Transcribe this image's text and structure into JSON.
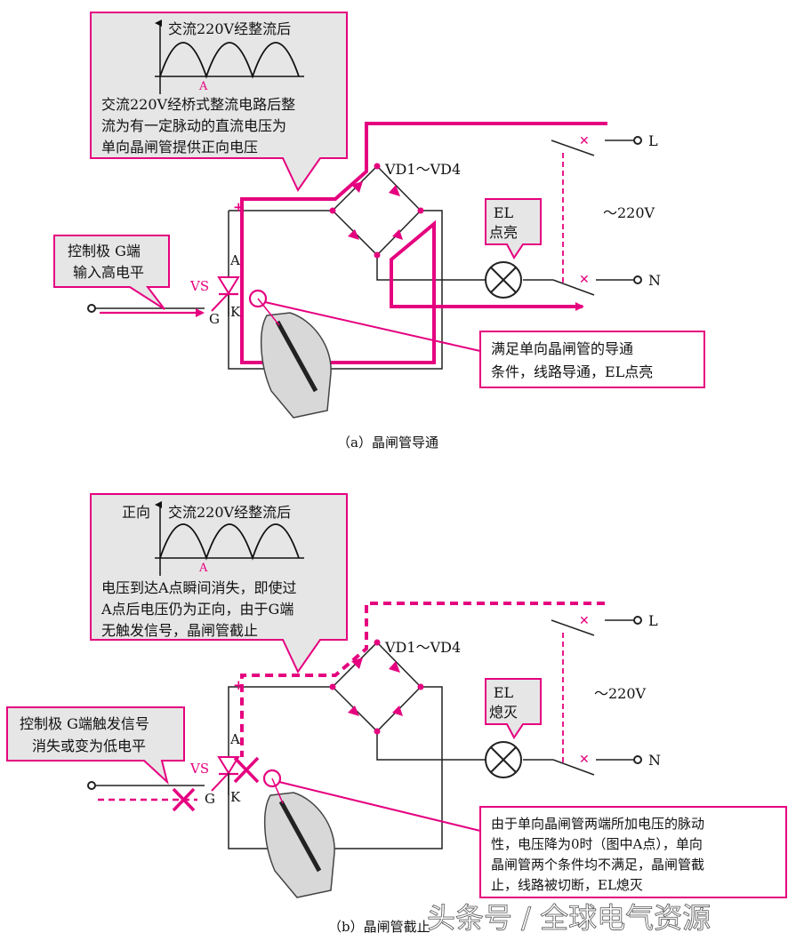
{
  "colors": {
    "highlight": "#e5007f",
    "callout_bg": "#e6e6e6",
    "box_border": "#e5007f",
    "wire": "#222222"
  },
  "panel_a": {
    "wave_title": "交流220V经整流后",
    "wave_point": "A",
    "callout_lines": [
      "交流220V经桥式整流电路后整",
      "流为有一定脉动的直流电压为",
      "单向晶闸管提供正向电压"
    ],
    "gate_box_lines": [
      "控制极 G端",
      "输入高电平"
    ],
    "bridge_label": "VD1～VD4",
    "lamp_label_lines": [
      "EL",
      "点亮"
    ],
    "supply_label": "～220V",
    "terminal_L": "L",
    "terminal_N": "N",
    "scr_label": "VS",
    "pin_A": "A",
    "pin_K": "K",
    "pin_G": "G",
    "plus_sign": "+",
    "result_lines": [
      "满足单向晶闸管的导通",
      "条件，线路导通，EL点亮"
    ],
    "caption": "（a）晶闸管导通"
  },
  "panel_b": {
    "wave_prefix": "正向",
    "wave_title": "交流220V经整流后",
    "wave_point": "A",
    "callout_lines": [
      "电压到达A点瞬间消失，即使过",
      "A点后电压仍为正向，由于G端",
      "无触发信号，晶闸管截止"
    ],
    "gate_box_lines": [
      "控制极 G端触发信号",
      "消失或变为低电平"
    ],
    "bridge_label": "VD1～VD4",
    "lamp_label_lines": [
      "EL",
      "熄灭"
    ],
    "supply_label": "～220V",
    "terminal_L": "L",
    "terminal_N": "N",
    "scr_label": "VS",
    "pin_A": "A",
    "pin_K": "K",
    "pin_G": "G",
    "plus_sign": "+",
    "result_lines": [
      "由于单向晶闸管两端所加电压的脉动",
      "性，电压降为0时（图中A点），单向",
      "晶闸管两个条件均不满足，晶闸管截",
      "止，线路被切断，EL熄灭"
    ],
    "caption": "（b）晶闸管截止"
  },
  "watermark": "头条号 / 全球电气资源"
}
